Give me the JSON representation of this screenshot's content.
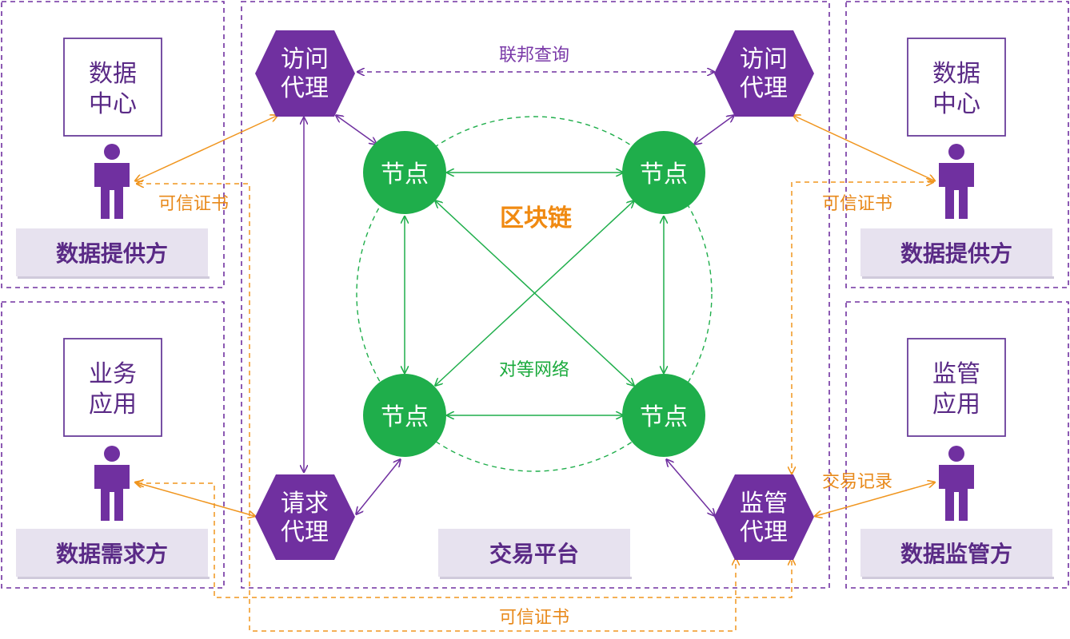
{
  "left_top": {
    "box": [
      "数据",
      "中心"
    ],
    "role": "数据提供方"
  },
  "left_bottom": {
    "box": [
      "业务",
      "应用"
    ],
    "role": "数据需求方"
  },
  "right_top": {
    "box": [
      "数据",
      "中心"
    ],
    "role": "数据提供方"
  },
  "right_bottom": {
    "box": [
      "监管",
      "应用"
    ],
    "role": "数据监管方"
  },
  "agents": {
    "access_left": [
      "访问",
      "代理"
    ],
    "access_right": [
      "访问",
      "代理"
    ],
    "request": [
      "请求",
      "代理"
    ],
    "regulator": [
      "监管",
      "代理"
    ]
  },
  "nodes": {
    "label": "节点"
  },
  "center": {
    "federated_query": "联邦查询",
    "blockchain": "区块链",
    "p2p": "对等网络",
    "platform": "交易平台"
  },
  "edge_labels": {
    "cert_left": "可信证书",
    "cert_right": "可信证书",
    "cert_bottom": "可信证书",
    "tx_record": "交易记录"
  },
  "colors": {
    "purple": "#7030a0",
    "green": "#1fae4b",
    "orange": "#f0951e",
    "box_border": "#6a3d9a",
    "label_bg": "#e7e2ef"
  }
}
